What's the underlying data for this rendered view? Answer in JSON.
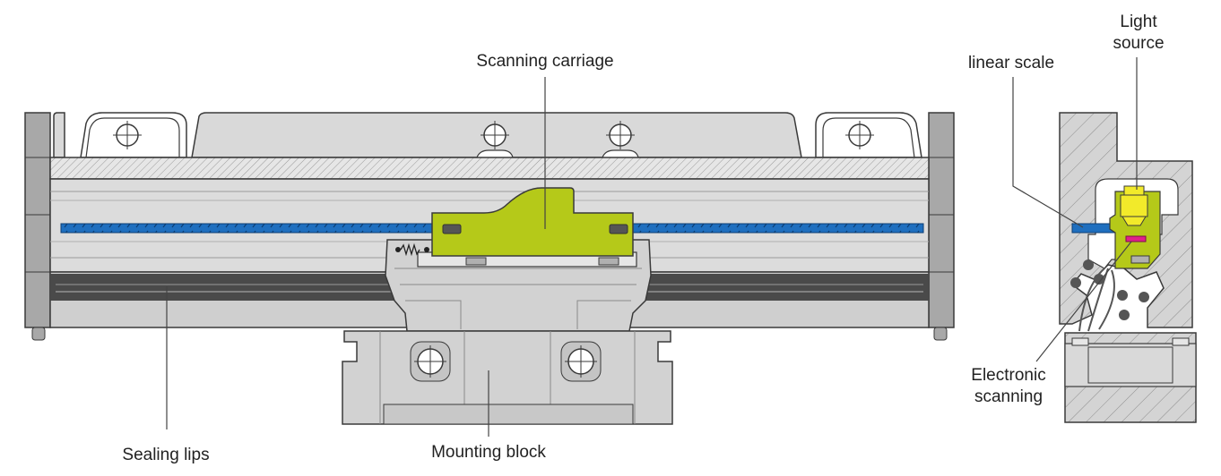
{
  "labels": {
    "scanning_carriage": "Scanning carriage",
    "linear_scale": "linear scale",
    "light_source_line1": "Light",
    "light_source_line2": "source",
    "electronic_scanning_line1": "Electronic",
    "electronic_scanning_line2": "scanning",
    "sealing_lips": "Sealing lips",
    "mounting_block": "Mounting block"
  },
  "colors": {
    "housing": "#d9d9d9",
    "housing_dark": "#a8a8a8",
    "outline": "#3a3a3a",
    "scale_blue": "#1f6fbf",
    "carriage_green": "#b5c919",
    "light_yellow": "#f2ea2a",
    "scanning_magenta": "#e0208a",
    "hatch": "#bdbdbd"
  }
}
